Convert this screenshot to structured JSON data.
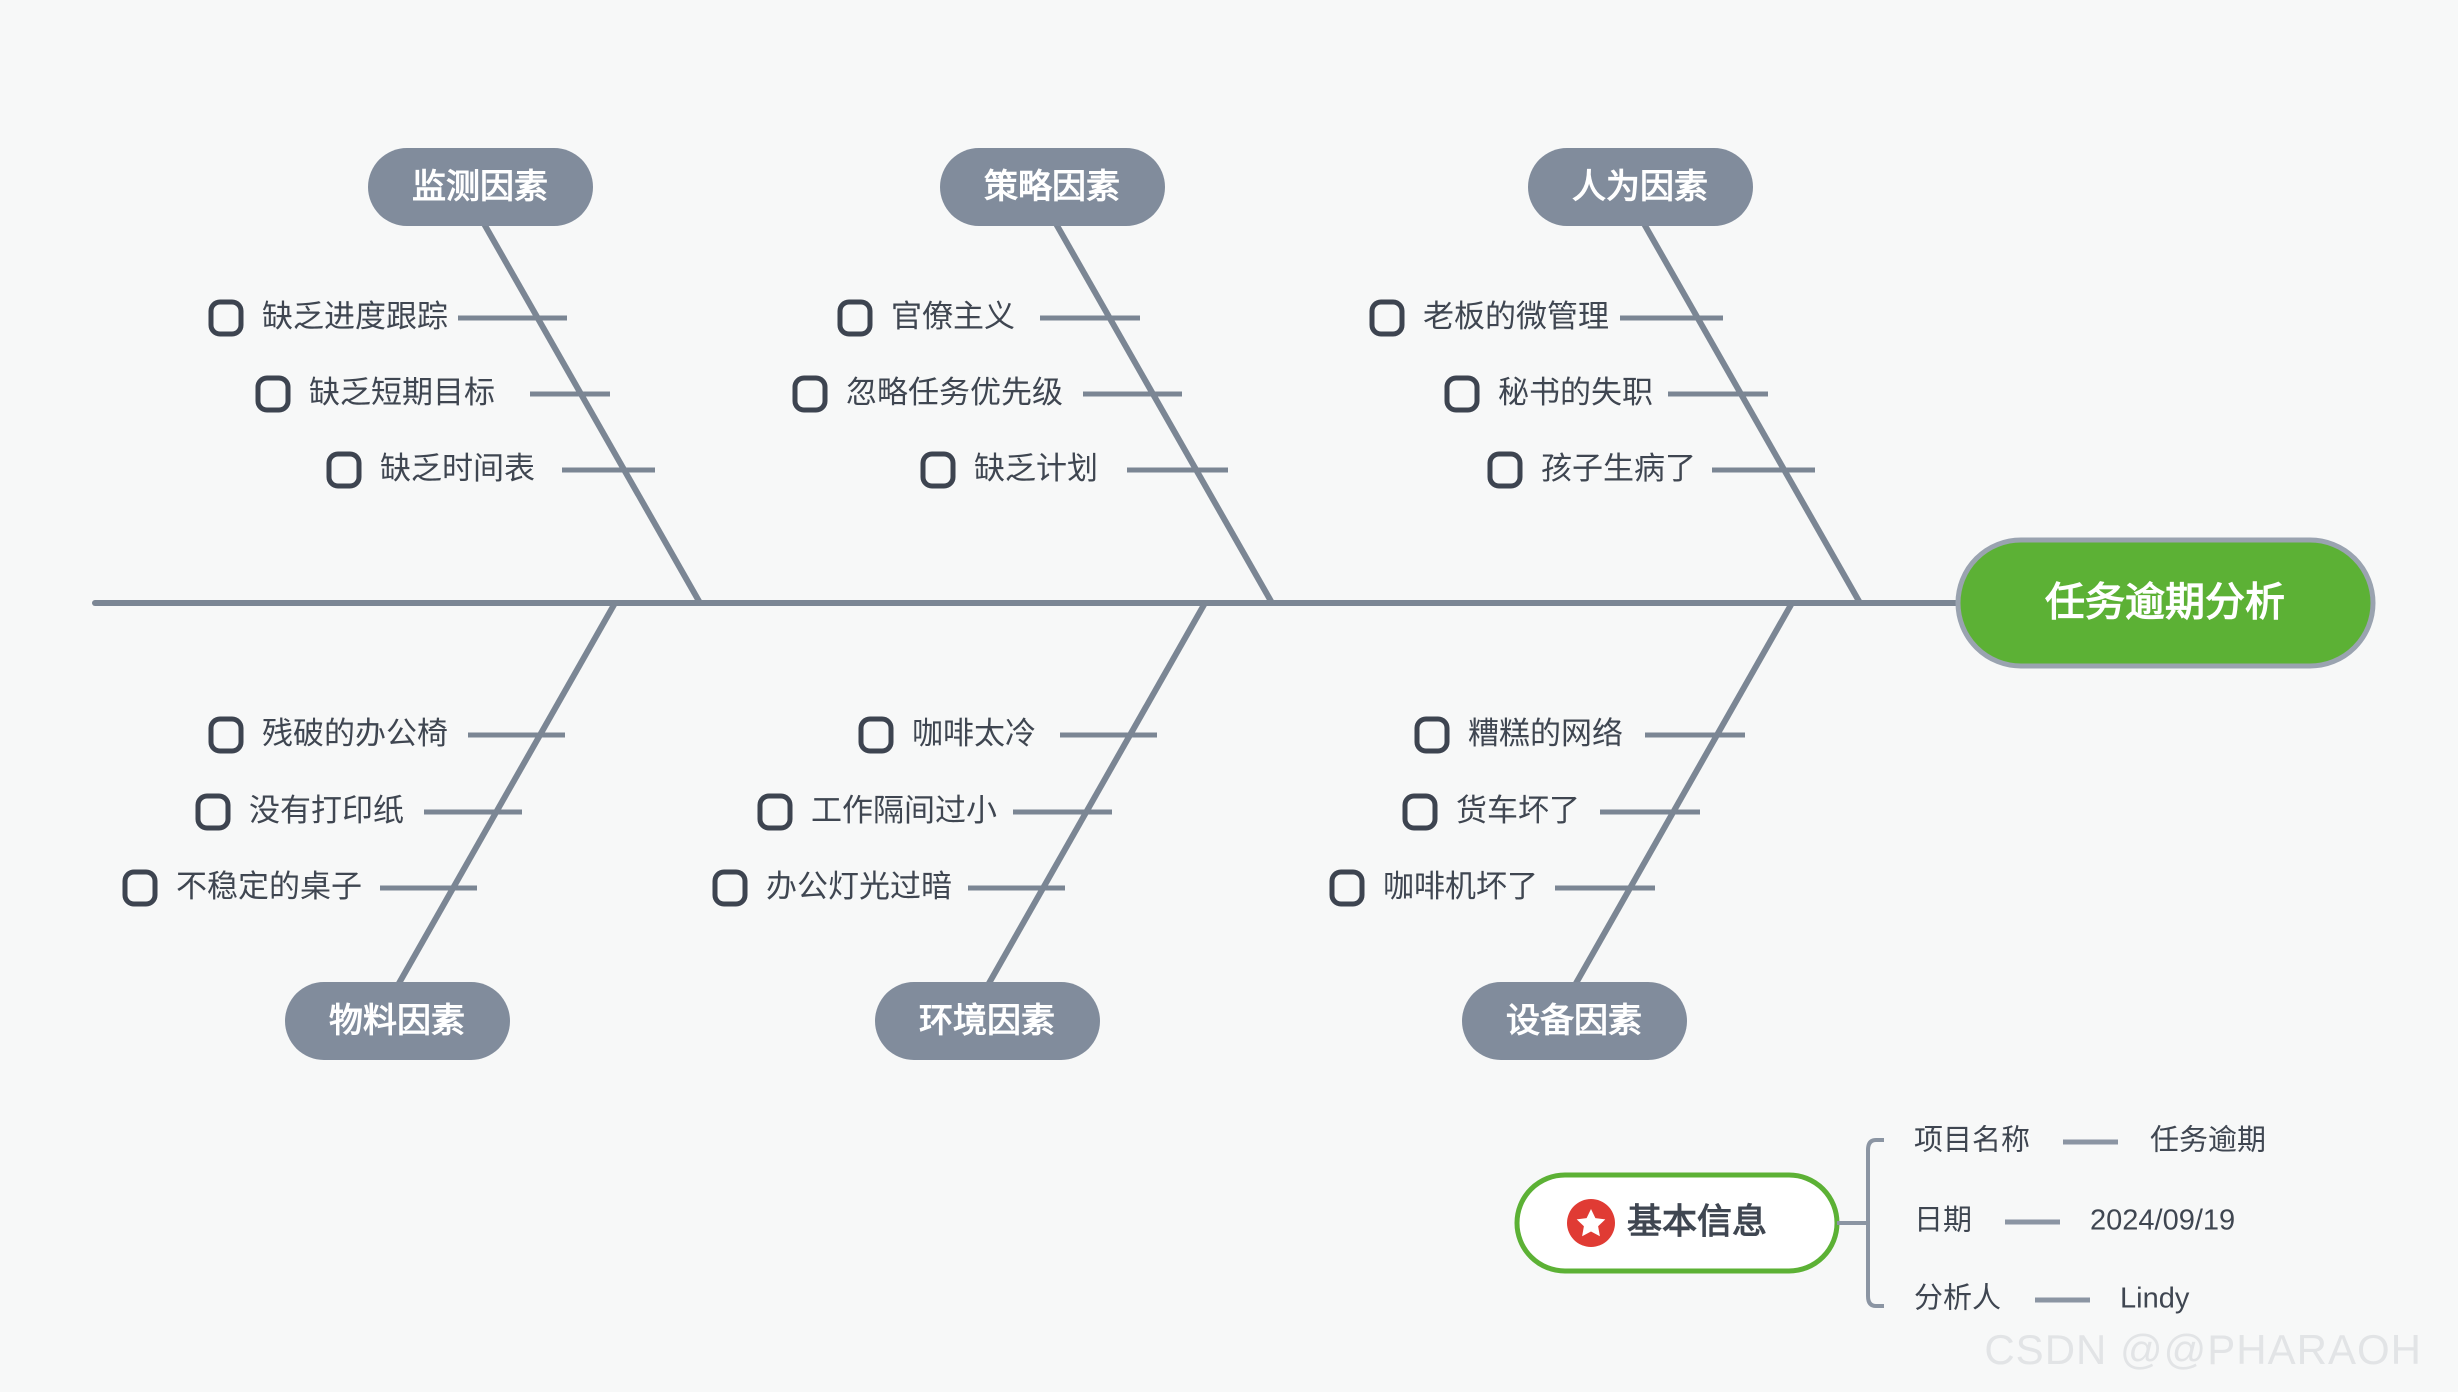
{
  "canvas": {
    "background_color": "#f7f8f8",
    "spine_color": "#7b8694",
    "category_fill": "#818c9c",
    "category_text_color": "#ffffff",
    "head_fill": "#5cb135",
    "head_border_color": "#9aa3b0",
    "head_text_color": "#ffffff",
    "cause_text_color": "#3f4651",
    "checkbox_color": "#3d4450",
    "info_border_color": "#5cb135",
    "info_star_color": "#e03b34"
  },
  "head": {
    "label": "任务逾期分析"
  },
  "categories": [
    {
      "id": "monitoring",
      "label": "监测因素",
      "position": "top",
      "causes": [
        {
          "label": "缺乏进度跟踪",
          "icon": "checkbox-icon"
        },
        {
          "label": "缺乏短期目标",
          "icon": "checkbox-icon"
        },
        {
          "label": "缺乏时间表",
          "icon": "checkbox-icon"
        }
      ]
    },
    {
      "id": "strategy",
      "label": "策略因素",
      "position": "top",
      "causes": [
        {
          "label": "官僚主义",
          "icon": "checkbox-icon"
        },
        {
          "label": "忽略任务优先级",
          "icon": "checkbox-icon"
        },
        {
          "label": "缺乏计划",
          "icon": "checkbox-icon"
        }
      ]
    },
    {
      "id": "human",
      "label": "人为因素",
      "position": "top",
      "causes": [
        {
          "label": "老板的微管理",
          "icon": "checkbox-icon"
        },
        {
          "label": "秘书的失职",
          "icon": "checkbox-icon"
        },
        {
          "label": "孩子生病了",
          "icon": "checkbox-icon"
        }
      ]
    },
    {
      "id": "material",
      "label": "物料因素",
      "position": "bottom",
      "causes": [
        {
          "label": "残破的办公椅",
          "icon": "checkbox-icon"
        },
        {
          "label": "没有打印纸",
          "icon": "checkbox-icon"
        },
        {
          "label": "不稳定的桌子",
          "icon": "checkbox-icon"
        }
      ]
    },
    {
      "id": "environment",
      "label": "环境因素",
      "position": "bottom",
      "causes": [
        {
          "label": "咖啡太冷",
          "icon": "checkbox-icon"
        },
        {
          "label": "工作隔间过小",
          "icon": "checkbox-icon"
        },
        {
          "label": "办公灯光过暗",
          "icon": "checkbox-icon"
        }
      ]
    },
    {
      "id": "equipment",
      "label": "设备因素",
      "position": "bottom",
      "causes": [
        {
          "label": "糟糕的网络",
          "icon": "checkbox-icon"
        },
        {
          "label": "货车坏了",
          "icon": "checkbox-icon"
        },
        {
          "label": "咖啡机坏了",
          "icon": "checkbox-icon"
        }
      ]
    }
  ],
  "info_panel": {
    "title": "基本信息",
    "star_icon": "star-badge-icon",
    "rows": [
      {
        "key": "项目名称",
        "value": "任务逾期"
      },
      {
        "key": "日期",
        "value": "2024/09/19"
      },
      {
        "key": "分析人",
        "value": "Lindy"
      }
    ]
  },
  "watermark": {
    "text": "CSDN @@PHARAOH"
  }
}
